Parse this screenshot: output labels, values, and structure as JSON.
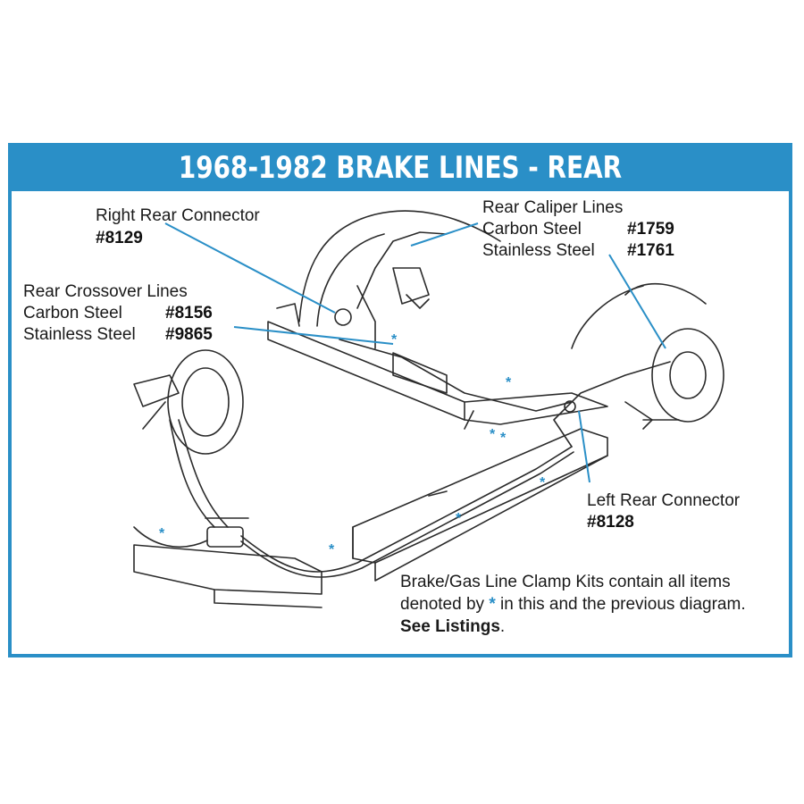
{
  "title": "1968-1982 BRAKE LINES - REAR",
  "callouts": {
    "right_rear_connector": {
      "label": "Right Rear Connector",
      "part": "#8129"
    },
    "rear_crossover": {
      "label": "Rear Crossover Lines",
      "carbon_label": "Carbon Steel",
      "carbon_part": "#8156",
      "stainless_label": "Stainless Steel",
      "stainless_part": "#9865"
    },
    "rear_caliper": {
      "label": "Rear Caliper Lines",
      "carbon_label": "Carbon Steel",
      "carbon_part": "#1759",
      "stainless_label": "Stainless Steel",
      "stainless_part": "#1761"
    },
    "left_rear_connector": {
      "label": "Left Rear Connector",
      "part": "#8128"
    }
  },
  "note": {
    "line1": "Brake/Gas Line Clamp Kits contain all items",
    "line2_before": "denoted by",
    "symbol": "*",
    "line2_after": "in this and the previous diagram.",
    "line3_bold": "See Listings",
    "line3_end": "."
  },
  "colors": {
    "accent": "#2a8fc7",
    "ink": "#1a1a1a"
  }
}
